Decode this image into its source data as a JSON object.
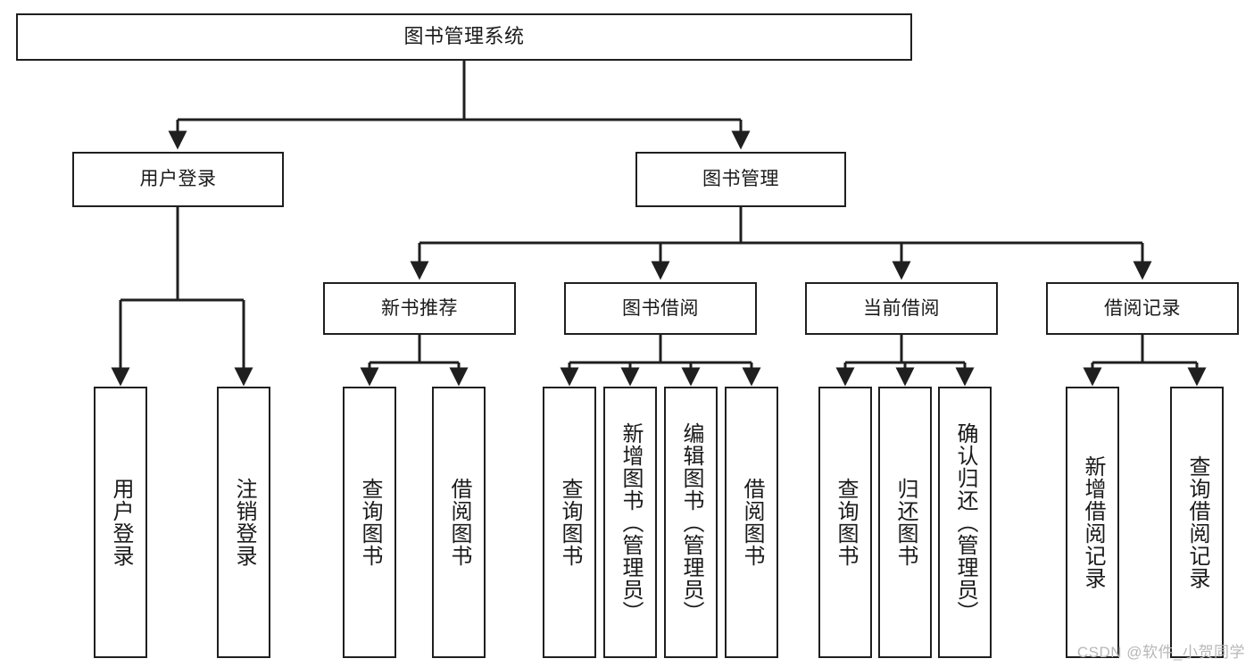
{
  "diagram": {
    "title": "图书管理系统",
    "watermark": "CSDN @软件_小贺同学",
    "colors": {
      "box_border": "#1f1f1f",
      "box_fill": "#ffffff",
      "edge": "#1f1f1f",
      "text": "#1a1a1a",
      "watermark": "#b7b7b7",
      "background": "#ffffff"
    },
    "nodes": {
      "root": {
        "label": "图书管理系统"
      },
      "level2": [
        {
          "id": "user-login",
          "label": "用户登录"
        },
        {
          "id": "book-management",
          "label": "图书管理"
        }
      ],
      "level3": [
        {
          "id": "new-book-recommend",
          "label": "新书推荐"
        },
        {
          "id": "book-borrow",
          "label": "图书借阅"
        },
        {
          "id": "current-borrow",
          "label": "当前借阅"
        },
        {
          "id": "borrow-record",
          "label": "借阅记录"
        }
      ],
      "leaves": {
        "user_login": [
          {
            "id": "leaf-user-login",
            "label": "用户登录"
          },
          {
            "id": "leaf-logout-login",
            "label": "注销登录"
          }
        ],
        "new_book_recommend": [
          {
            "id": "leaf-query-book-1",
            "label": "查询图书"
          },
          {
            "id": "leaf-borrow-book-1",
            "label": "借阅图书"
          }
        ],
        "book_borrow": [
          {
            "id": "leaf-query-book-2",
            "label": "查询图书"
          },
          {
            "id": "leaf-add-book-admin",
            "label": "新增图书（管理员）"
          },
          {
            "id": "leaf-edit-book-admin",
            "label": "编辑图书（管理员）"
          },
          {
            "id": "leaf-borrow-book-2",
            "label": "借阅图书"
          }
        ],
        "current_borrow": [
          {
            "id": "leaf-query-book-3",
            "label": "查询图书"
          },
          {
            "id": "leaf-return-book",
            "label": "归还图书"
          },
          {
            "id": "leaf-confirm-return-admin",
            "label": "确认归还（管理员）"
          }
        ],
        "borrow_record": [
          {
            "id": "leaf-add-borrow-record",
            "label": "新增借阅记录"
          },
          {
            "id": "leaf-query-borrow-record",
            "label": "查询借阅记录"
          }
        ]
      }
    }
  }
}
